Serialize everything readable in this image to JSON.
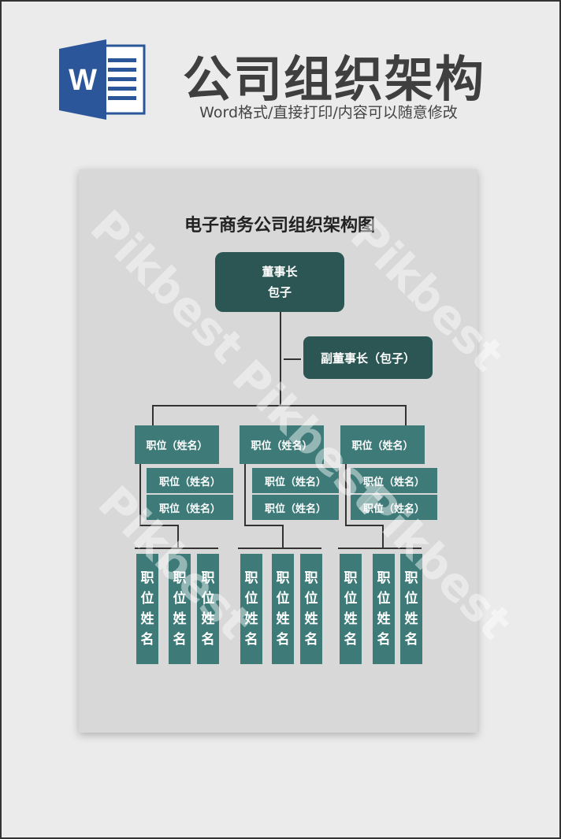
{
  "header": {
    "title": "公司组织架构",
    "subtitle": "Word格式/直接打印/内容可以随意修改",
    "icon_letter": "W"
  },
  "document": {
    "title": "电子商务公司组织架构图",
    "chairman": {
      "role": "董事长",
      "name": "包子"
    },
    "vice_chairman": "副董事长（包子）",
    "level2": [
      "职位（姓名）",
      "职位（姓名）",
      "职位（姓名）"
    ],
    "sub_positions": [
      [
        "职位（姓名）",
        "职位（姓名）"
      ],
      [
        "职位（姓名）",
        "职位（姓名）"
      ],
      [
        "职位（姓名）",
        "职位（姓名）"
      ]
    ],
    "leaf_chars": [
      "职",
      "位",
      "姓",
      "名"
    ],
    "leaf_count_per_group": 3
  },
  "watermark": "Pikbest",
  "colors": {
    "dark": "#2b5653",
    "teal": "#3d7a78",
    "page": "#d8d8d8"
  }
}
